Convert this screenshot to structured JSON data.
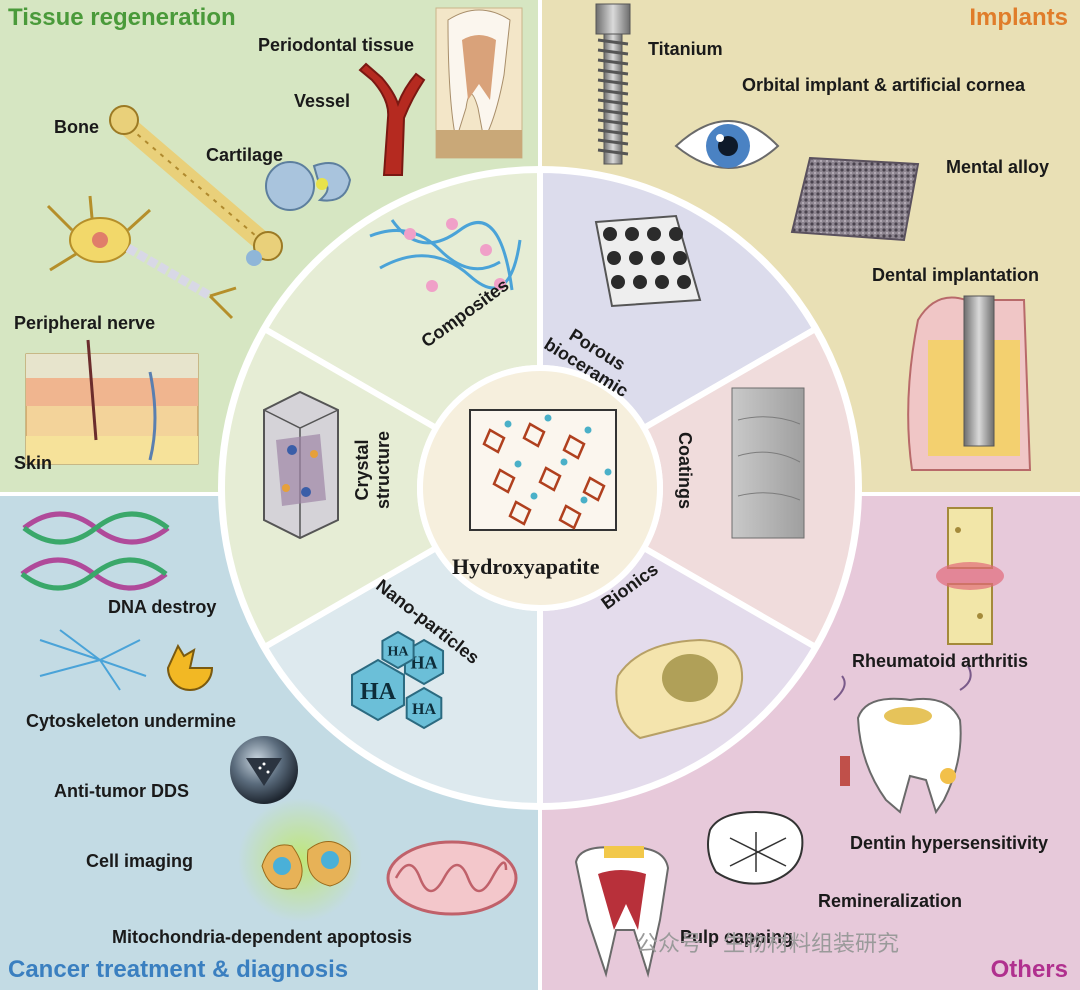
{
  "quadrants": {
    "tissue_regeneration": {
      "title": "Tissue regeneration",
      "color": "#4a9a3a",
      "bg": "#d6e6c2",
      "labels": [
        "Periodontal tissue",
        "Vessel",
        "Bone",
        "Cartilage",
        "Peripheral nerve",
        "Skin"
      ]
    },
    "implants": {
      "title": "Implants",
      "color": "#e07d2a",
      "bg": "#e9e0b5",
      "labels": [
        "Titanium",
        "Orbital implant & artificial cornea",
        "Mental alloy",
        "Dental implantation"
      ]
    },
    "cancer": {
      "title": "Cancer treatment & diagnosis",
      "color": "#3a7fc0",
      "bg": "#c3dbe4",
      "labels": [
        "DNA destroy",
        "Cytoskeleton undermine",
        "Anti-tumor DDS",
        "Cell imaging",
        "Mitochondria-dependent apoptosis"
      ]
    },
    "others": {
      "title": "Others",
      "color": "#b0308e",
      "bg": "#e7c9da",
      "labels": [
        "Rheumatoid arthritis",
        "Dentin hypersensitivity",
        "Remineralization",
        "Pulp capping"
      ]
    }
  },
  "wheel": {
    "center_label": "Hydroxyapatite",
    "segments": [
      "Composites",
      "Porous bioceramic",
      "Coatings",
      "Bionics",
      "Nano-particles",
      "Crystal structure"
    ],
    "segment_colors": [
      "#e6edd5",
      "#dcdcec",
      "#f0dcdc",
      "#e4dcec",
      "#dde9ee",
      "#e6edd5"
    ]
  },
  "hexagon_text": [
    "HA",
    "HA",
    "HA",
    "HA"
  ],
  "watermark": "公众号 · 生物材料组装研究"
}
